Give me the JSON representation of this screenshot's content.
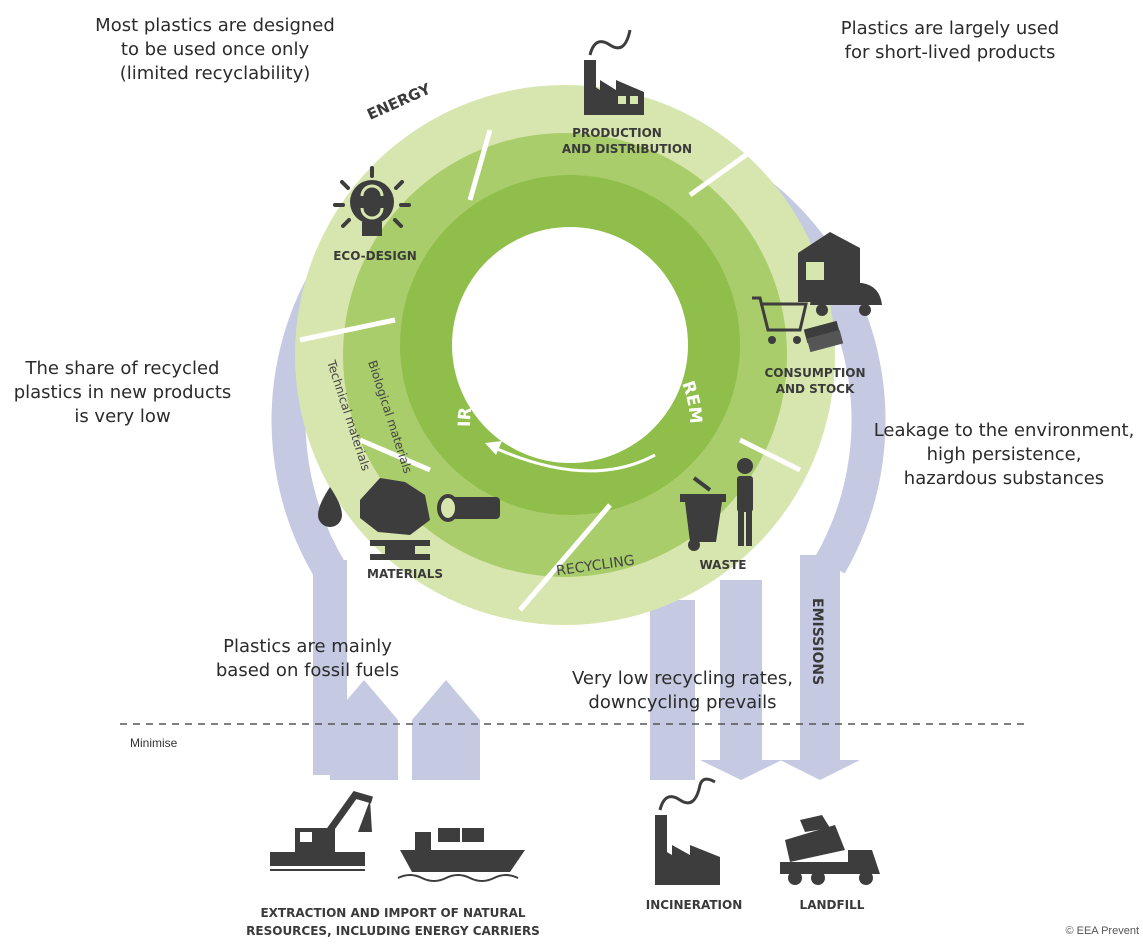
{
  "callouts": {
    "single_use": [
      "Most plastics are designed",
      "to be used once only",
      "(limited recyclability)"
    ],
    "short_lived": [
      "Plastics are largely used",
      "for short-lived products"
    ],
    "recycled_share": [
      "The share of recycled",
      "plastics in new products",
      "is very low"
    ],
    "leakage": [
      "Leakage to the environment,",
      "high persistence,",
      "hazardous substances"
    ],
    "fossil": [
      "Plastics are mainly",
      "based on  fossil fuels"
    ],
    "low_recycling": [
      "Very low recycling rates,",
      "downcycling prevails"
    ]
  },
  "cycle": {
    "energy_label": "ENERGY",
    "emissions_label": "EMISSIONS",
    "inner_label": "REUSE, REPAIR, REDISTRIBUTE, REFURBISH, REMANUFACTURE",
    "stages": {
      "production": [
        "PRODUCTION",
        "AND DISTRIBUTION"
      ],
      "consumption": [
        "CONSUMPTION",
        "AND STOCK"
      ],
      "waste": "WASTE",
      "recycling": "RECYCLING",
      "materials": "MATERIALS",
      "eco_design": "ECO-DESIGN",
      "technical": "Technical materials",
      "biological": "Biological materials"
    }
  },
  "bottom": {
    "minimise": "Minimise",
    "extraction": [
      "EXTRACTION AND IMPORT OF NATURAL",
      "RESOURCES, INCLUDING ENERGY CARRIERS"
    ],
    "incineration": "INCINERATION",
    "landfill": "LANDFILL"
  },
  "copyright": "© EEA Prevent",
  "colors": {
    "energy_band": "#c5c9e2",
    "outer_ring": "#d7e6ae",
    "mid_ring": "#a9cd6b",
    "inner_ring": "#8fbe4a",
    "icon": "#3d3d3d"
  }
}
